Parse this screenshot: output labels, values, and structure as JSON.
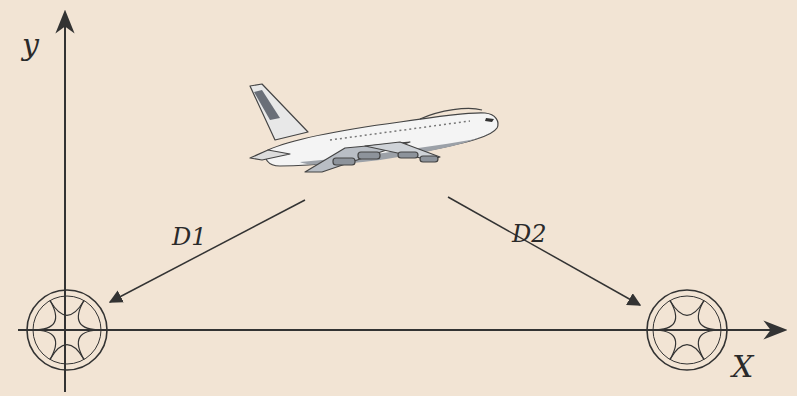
{
  "diagram": {
    "labels": [
      "y",
      "D1",
      "D2",
      "X"
    ]
  }
}
